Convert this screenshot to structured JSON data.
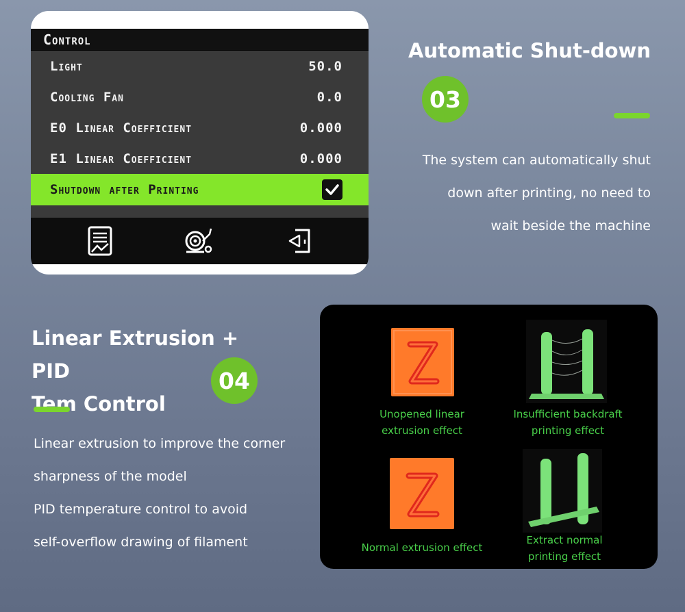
{
  "lcd": {
    "header": "Control",
    "rows": [
      {
        "label": "Light",
        "value": "50.0"
      },
      {
        "label": "Cooling Fan",
        "value": "0.0"
      },
      {
        "label": "E0 Linear Coefficient",
        "value": "0.000"
      },
      {
        "label": "E1 Linear Coefficient",
        "value": "0.000"
      },
      {
        "label": "Shutdown after Printing",
        "checked": true
      }
    ],
    "toolbar": [
      "document-icon",
      "filament-spool-icon",
      "exit-icon"
    ],
    "accent": "#84e62a"
  },
  "section03": {
    "title": "Automatic Shut-down",
    "badge": "03",
    "description_lines": [
      "The system can automatically shut",
      "down after printing, no need to",
      "wait beside the machine"
    ]
  },
  "section04": {
    "title_lines": [
      "Linear Extrusion + PID",
      "Tem Control"
    ],
    "badge": "04",
    "description_lines": [
      "Linear extrusion to improve the corner",
      "sharpness of the model",
      "PID temperature control to avoid",
      "self-overflow drawing of filament"
    ]
  },
  "comparison": {
    "captions": [
      [
        "Unopened linear",
        "extrusion effect"
      ],
      [
        "Insufficient backdraft",
        "printing effect"
      ],
      [
        "Normal extrusion effect"
      ],
      [
        "Extract normal",
        "printing effect"
      ]
    ],
    "caption_color": "#49d04a",
    "badge_color": "#6fc12b"
  }
}
